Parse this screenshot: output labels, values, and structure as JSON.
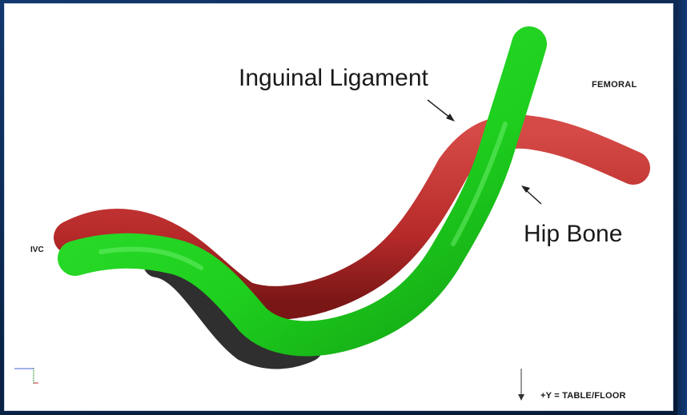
{
  "labels": {
    "inguinal_ligament": "Inguinal Ligament",
    "hip_bone": "Hip Bone",
    "femoral": "FEMORAL",
    "ivc": "IVC",
    "axis_note": "+Y = TABLE/FLOOR"
  },
  "colors": {
    "vessel_red": "#c93535",
    "vessel_green": "#1fd41f",
    "background": "#ffffff",
    "slide_blue": "#0b2a55"
  },
  "icons": {
    "arrow_inguinal": "arrow-down-right-icon",
    "arrow_hip": "arrow-up-left-icon",
    "orientation_axes": "axes-icon",
    "down_arrow": "arrow-down-icon"
  }
}
